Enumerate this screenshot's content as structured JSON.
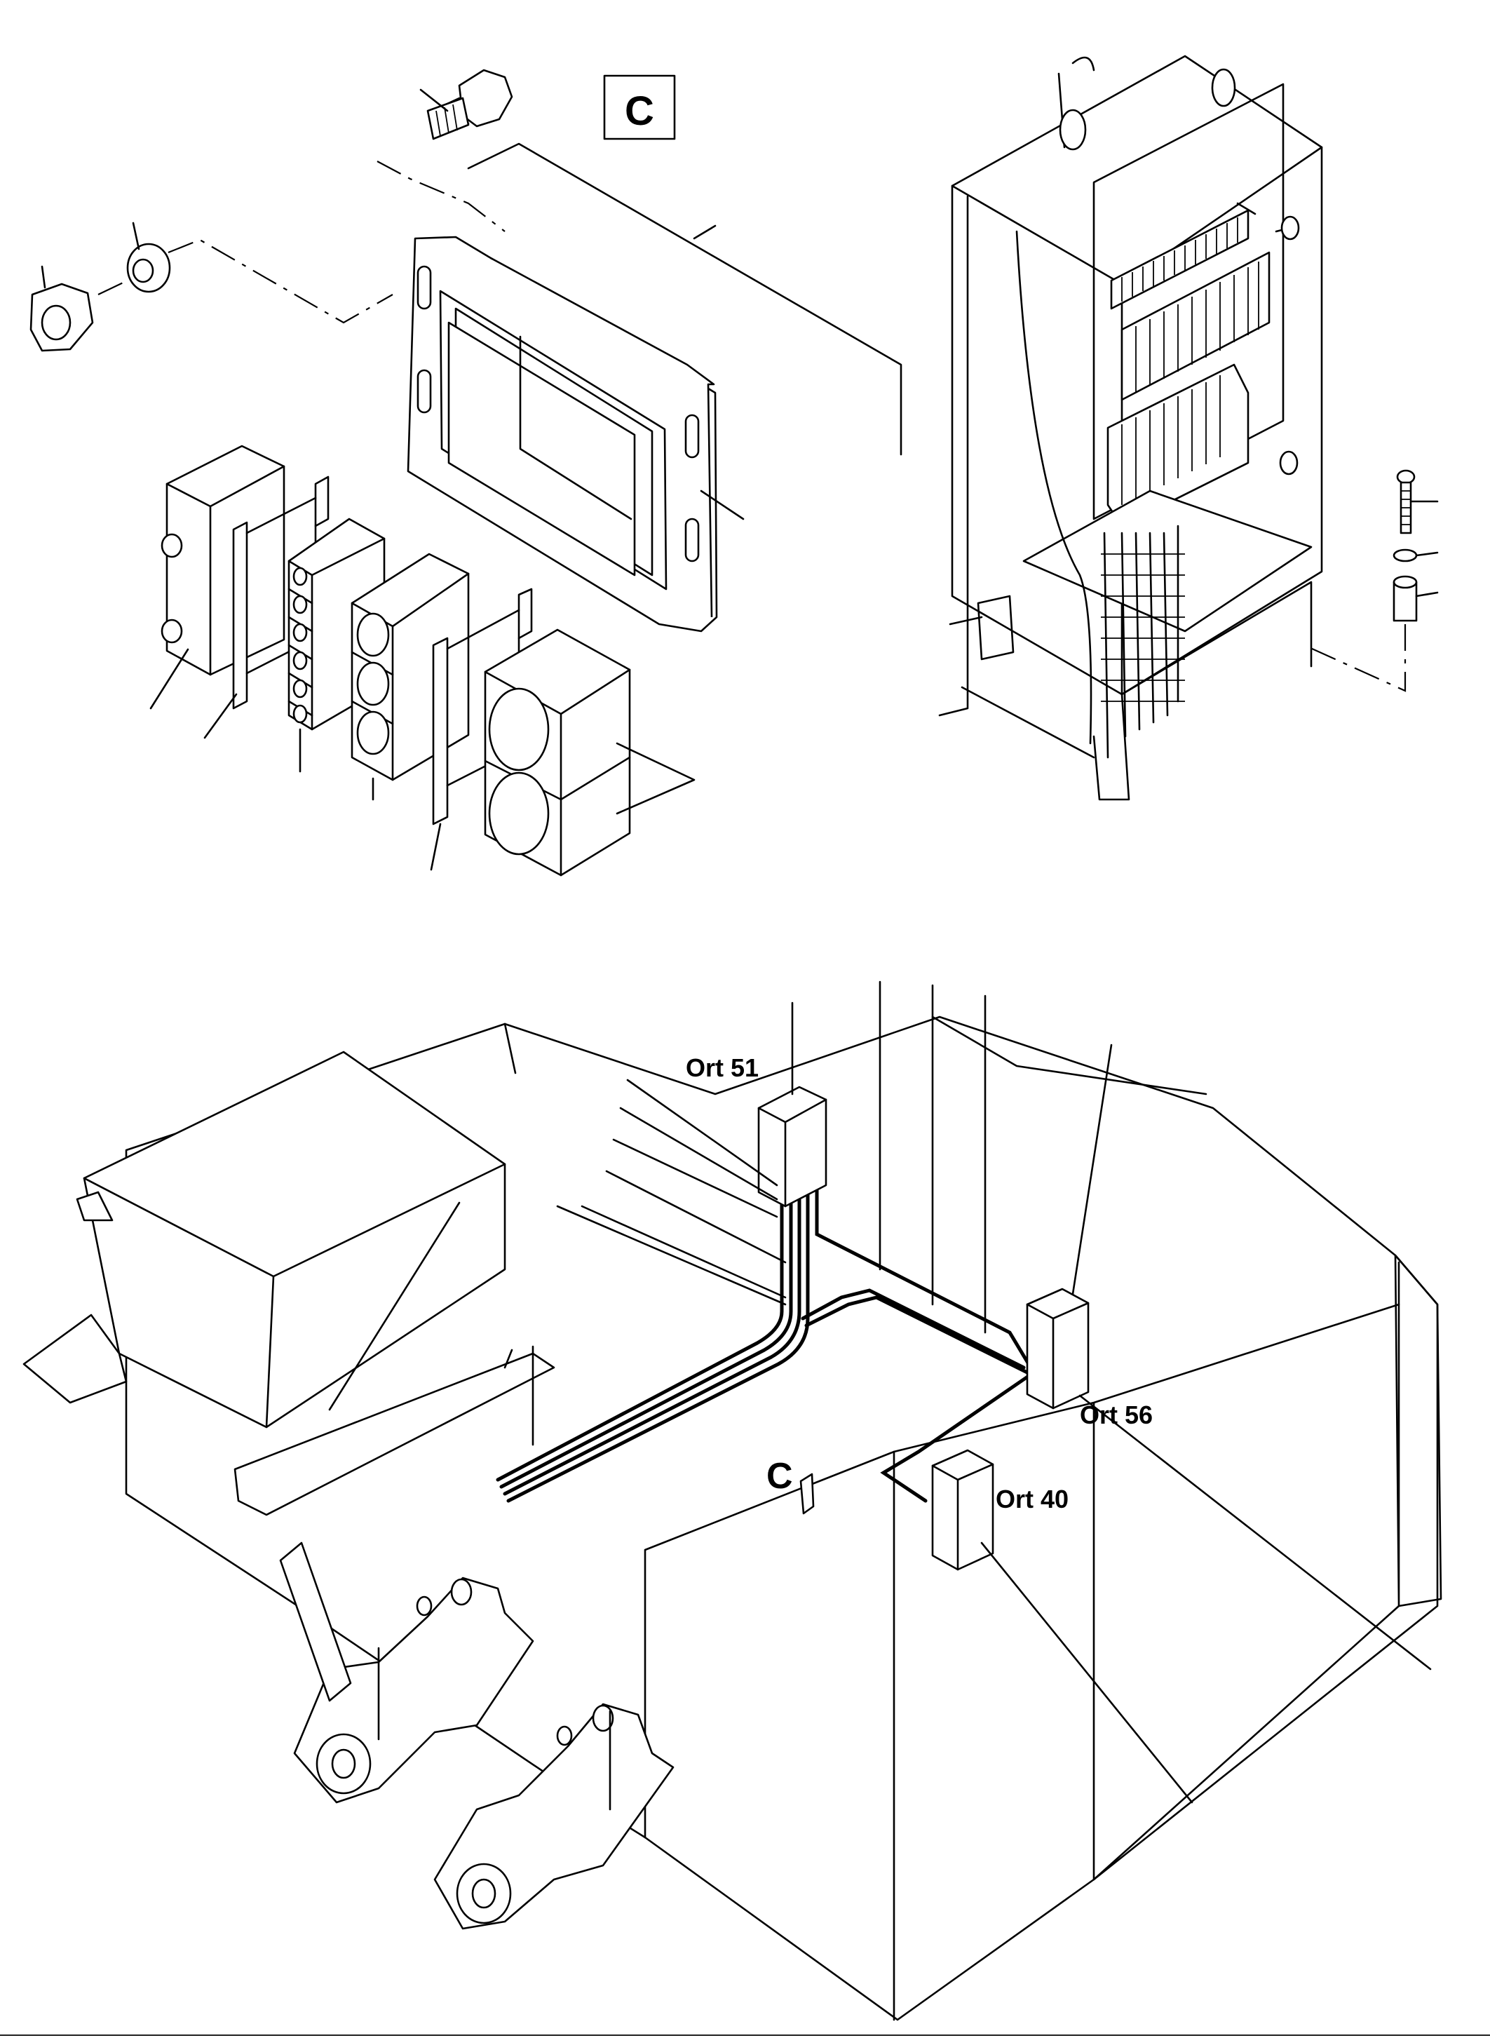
{
  "detail_marker": "C",
  "callout_marker": "C",
  "locations": {
    "ort51": "Ort 51",
    "ort56": "Ort 56",
    "ort40": "Ort 40"
  },
  "colors": {
    "line": "#000000",
    "background": "#ffffff"
  }
}
